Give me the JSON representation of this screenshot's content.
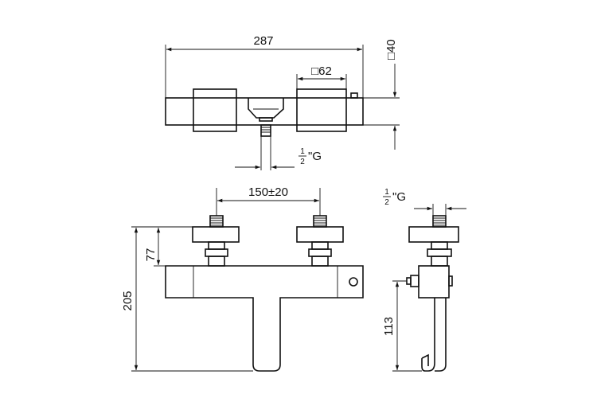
{
  "drawing": {
    "top_view": {
      "overall_width": "287",
      "square_size": "□62",
      "body_height": "□40",
      "thread_whole": "1",
      "thread_den": "2",
      "thread_unit": "\"G"
    },
    "front_view": {
      "centre_distance": "150±20",
      "inlet_height": "77",
      "total_height": "205"
    },
    "side_view": {
      "thread_whole": "1",
      "thread_den": "2",
      "thread_unit": "\"G",
      "spout_height": "113"
    }
  }
}
